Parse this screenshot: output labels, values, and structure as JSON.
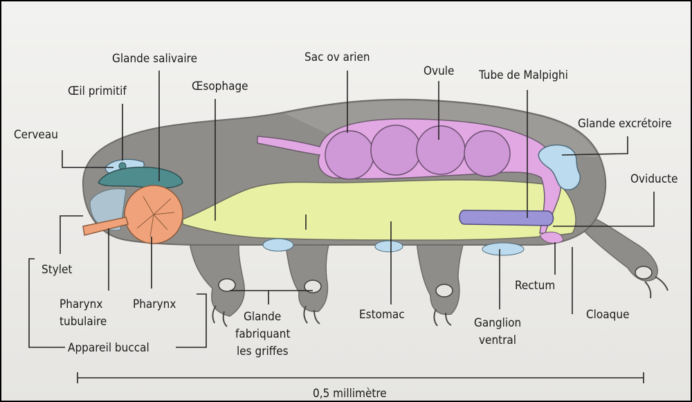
{
  "labels": {
    "cerveau": "Cerveau",
    "oeil": "Œil primitif",
    "glande_salivaire": "Glande salivaire",
    "oesophage": "Œsophage",
    "sac_ovarien": "Sac ov arien",
    "ovule": "Ovule",
    "tube_malpighi": "Tube de Malpighi",
    "glande_excretoire": "Glande excrétoire",
    "oviducte": "Oviducte",
    "stylet": "Stylet",
    "pharynx_tubulaire_1": "Pharynx",
    "pharynx_tubulaire_2": "tubulaire",
    "pharynx": "Pharynx",
    "glande_griffes_1": "Glande",
    "glande_griffes_2": "fabriquant",
    "glande_griffes_3": "les griffes",
    "estomac": "Estomac",
    "ganglion_1": "Ganglion",
    "ganglion_2": "ventral",
    "rectum": "Rectum",
    "cloaque": "Cloaque",
    "appareil_buccal": "Appareil buccal",
    "scale": "0,5 millimètre"
  },
  "colors": {
    "body": "#8f8d89",
    "body_light": "#a3a19d",
    "ovary": "#e1a8e3",
    "ovule": "#cf98d6",
    "stomach": "#e8f0a4",
    "salivary": "#4f8c8e",
    "pharynx": "#f0a37a",
    "blue_organ": "#bcdbee",
    "malpighi": "#9b94d6"
  }
}
